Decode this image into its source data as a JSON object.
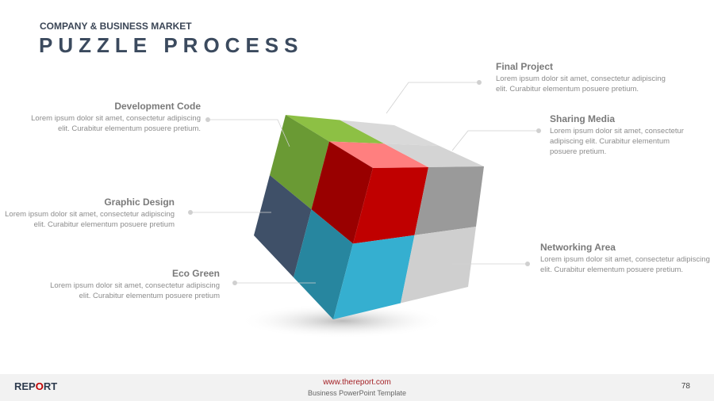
{
  "header": {
    "subtitle": "COMPANY & BUSINESS MARKET",
    "title": "PUZZLE PROCESS"
  },
  "items": [
    {
      "title": "Final Project",
      "text": "Lorem ipsum dolor sit amet, consectetur adipiscing elit. Curabitur elementum posuere pretium."
    },
    {
      "title": "Development Code",
      "text": "Lorem ipsum dolor sit amet, consectetur adipiscing elit. Curabitur elementum posuere pretium."
    },
    {
      "title": "Sharing Media",
      "text": "Lorem ipsum dolor sit amet, consectetur adipiscing elit. Curabitur elementum posuere pretium."
    },
    {
      "title": "Graphic Design",
      "text": "Lorem ipsum dolor sit amet, consectetur adipiscing elit. Curabitur elementum posuere pretium"
    },
    {
      "title": "Networking Area",
      "text": "Lorem ipsum dolor sit amet, consectetur adipiscing elit. Curabitur elementum posuere pretium."
    },
    {
      "title": "Eco Green",
      "text": "Lorem ipsum dolor sit amet, consectetur adipiscing elit. Curabitur elementum posuere pretium"
    }
  ],
  "colors": {
    "top": [
      "#8dc044",
      "#d9d9d9",
      "#ff7f7f",
      "#d4d4d4"
    ],
    "left": [
      "#6a9a34",
      "#990000",
      "#3f5068",
      "#27869f"
    ],
    "right": [
      "#c00000",
      "#9a9a9a",
      "#35afd0",
      "#cfcfcf"
    ]
  },
  "footer": {
    "logo_a": "REP",
    "logo_o": "O",
    "logo_b": "RT",
    "url": "www.thereport.com",
    "template": "Business  PowerPoint Template",
    "page": "78"
  }
}
